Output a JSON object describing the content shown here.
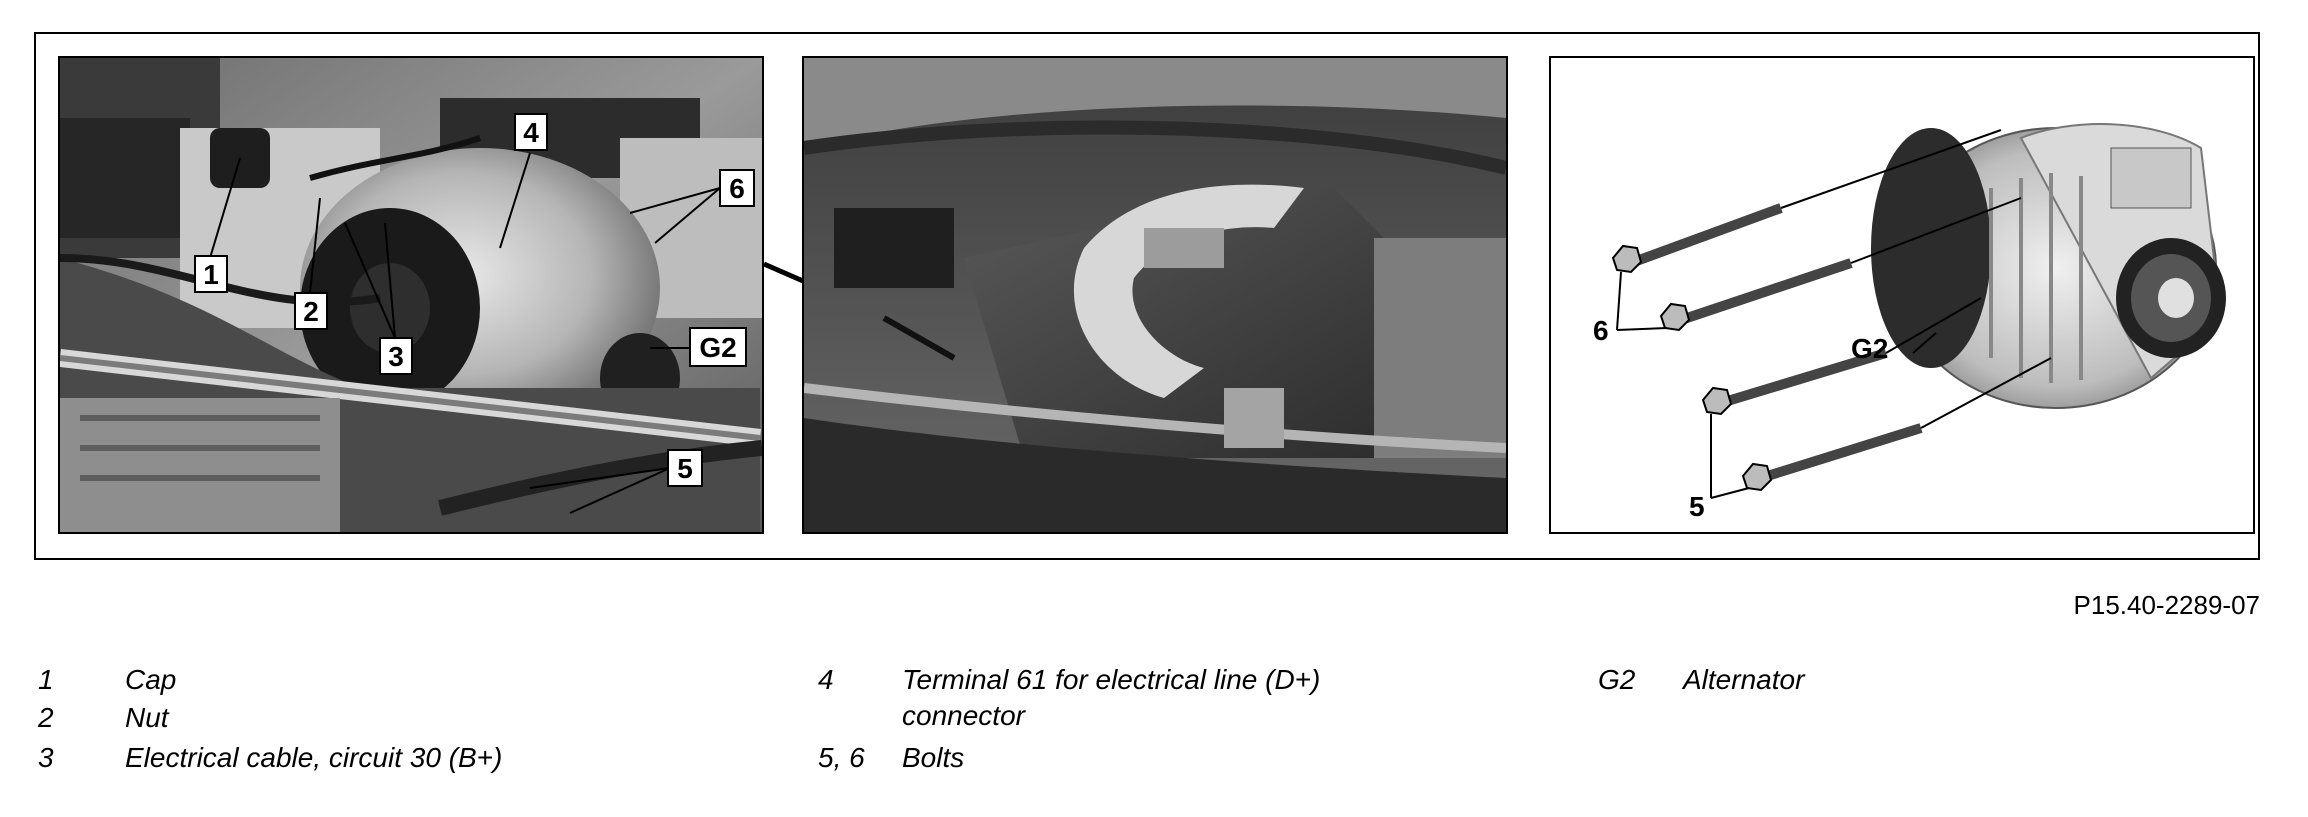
{
  "figure": {
    "reference_id": "P15.40-2289-07",
    "callouts": {
      "c1": "1",
      "c2": "2",
      "c3": "3",
      "c4": "4",
      "c5": "5",
      "c6": "6",
      "g2": "G2"
    }
  },
  "legend": [
    {
      "key": "1",
      "text": "Cap"
    },
    {
      "key": "2",
      "text": "Nut"
    },
    {
      "key": "3",
      "text": "Electrical cable, circuit 30 (B+)"
    },
    {
      "key": "4",
      "text_line1": "Terminal 61 for electrical line (D+)",
      "text_line2": "connector"
    },
    {
      "key": "5, 6",
      "text": "Bolts"
    },
    {
      "key": "G2",
      "text": "Alternator"
    }
  ]
}
